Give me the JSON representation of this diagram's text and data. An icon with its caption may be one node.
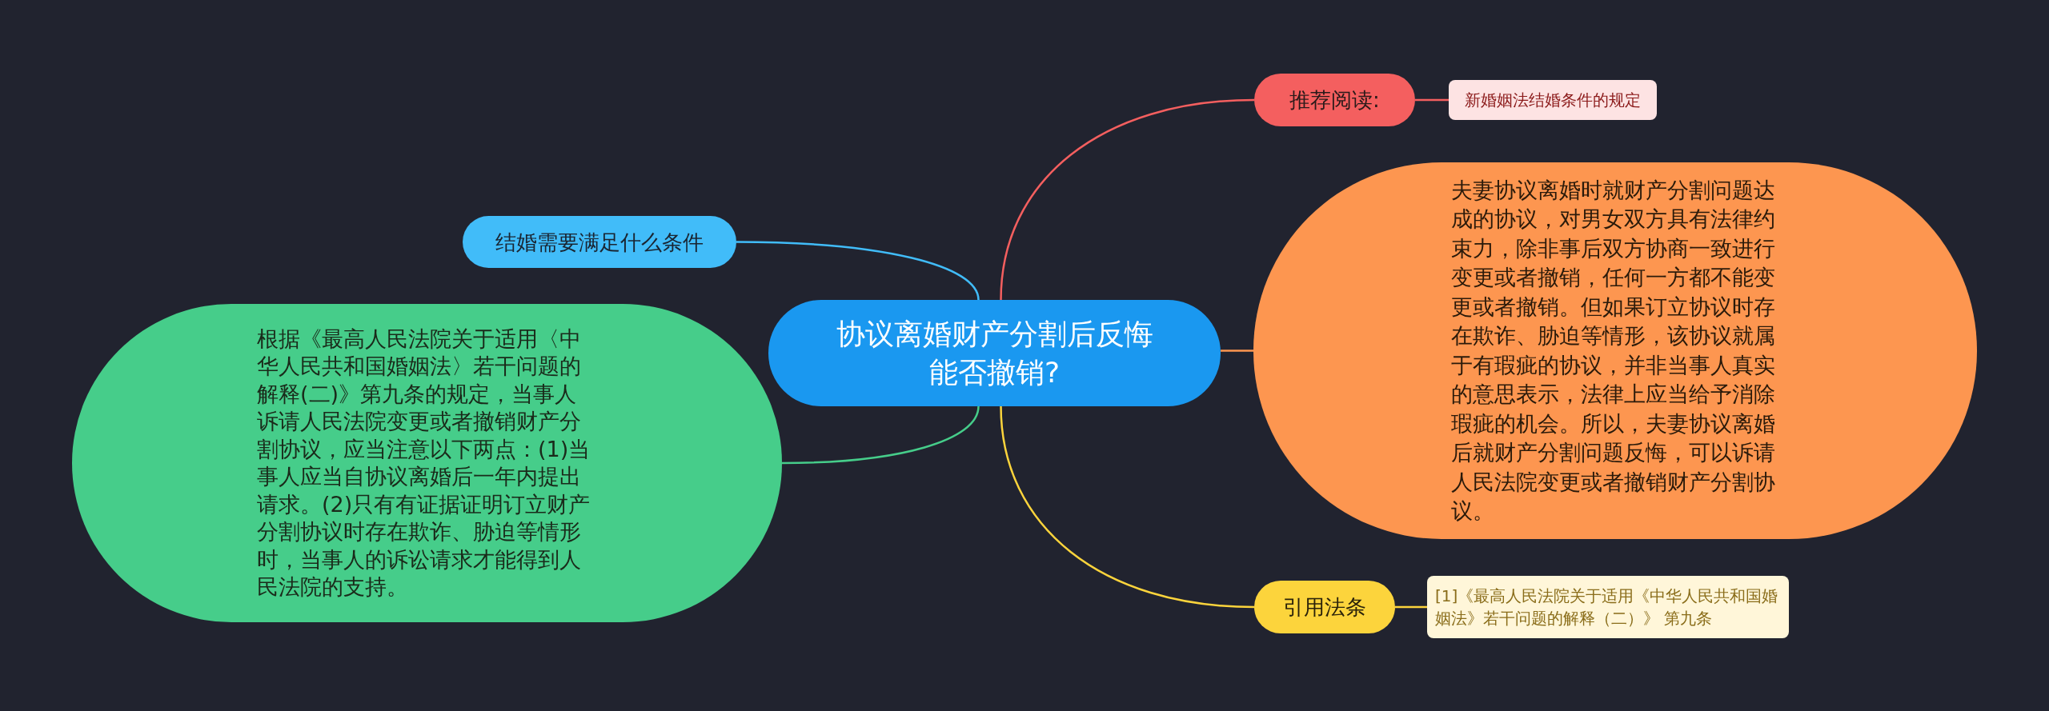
{
  "diagram": {
    "nodes": [
      {
        "text": [
          "协议离婚财产分割后反悔能否撤销?"
        ]
      },
      {
        "text": [
          "推荐阅读:"
        ]
      },
      {
        "text": [
          "新婚姻法结婚条件的规定"
        ]
      },
      {
        "text": [
          "夫妻协议离婚时就财产分割问题达成的协议，对男女双方具有法律约束力，除非事后双方协商一致进行变更或者撤销，任何一方都不能变更或者撤销。但如果订立协议时存在欺诈、胁迫等情形，该协议就属于有瑕疵的协议，并非当事人真实的意思表示，法律上应当给予消除瑕疵的机会。所以，夫妻协议离婚后就财产分割问题反悔，可以诉请人民法院变更或者撤销财产分割协议。"
        ]
      },
      {
        "text": [
          "引用法条"
        ]
      },
      {
        "text": [
          "[1]《最高人民法院关于适用《中华人民共和国婚姻法》若干问题的解释（二）》 第九条"
        ]
      },
      {
        "text": [
          "结婚需要满足什么条件"
        ]
      },
      {
        "text": [
          "根据《最高人民法院关于适用〈中华人民共和国婚姻法〉若干问题的解释(二)》第九条的规定，当事人诉请人民法院变更或者撤销财产分割协议，应当注意以下两点：(1)当事人应当自协议离婚后一年内提出请求。(2)只有有证据证明订立财产分割协议时存在欺诈、胁迫等情形时，当事人的诉讼请求才能得到人民法院的支持。"
        ]
      }
    ],
    "edges": [
      {
        "from": 0,
        "to": 1,
        "arrow": "none",
        "color": "#f45f5f"
      },
      {
        "from": 1,
        "to": 2,
        "arrow": "none",
        "color": "#f45f5f"
      },
      {
        "from": 0,
        "to": 3,
        "arrow": "none",
        "color": "#fd9650"
      },
      {
        "from": 0,
        "to": 4,
        "arrow": "none",
        "color": "#fcd43c"
      },
      {
        "from": 4,
        "to": 5,
        "arrow": "none",
        "color": "#fcd43c"
      },
      {
        "from": 0,
        "to": 6,
        "arrow": "none",
        "color": "#41bcf9"
      },
      {
        "from": 0,
        "to": 7,
        "arrow": "none",
        "color": "#46cd8a"
      }
    ]
  }
}
